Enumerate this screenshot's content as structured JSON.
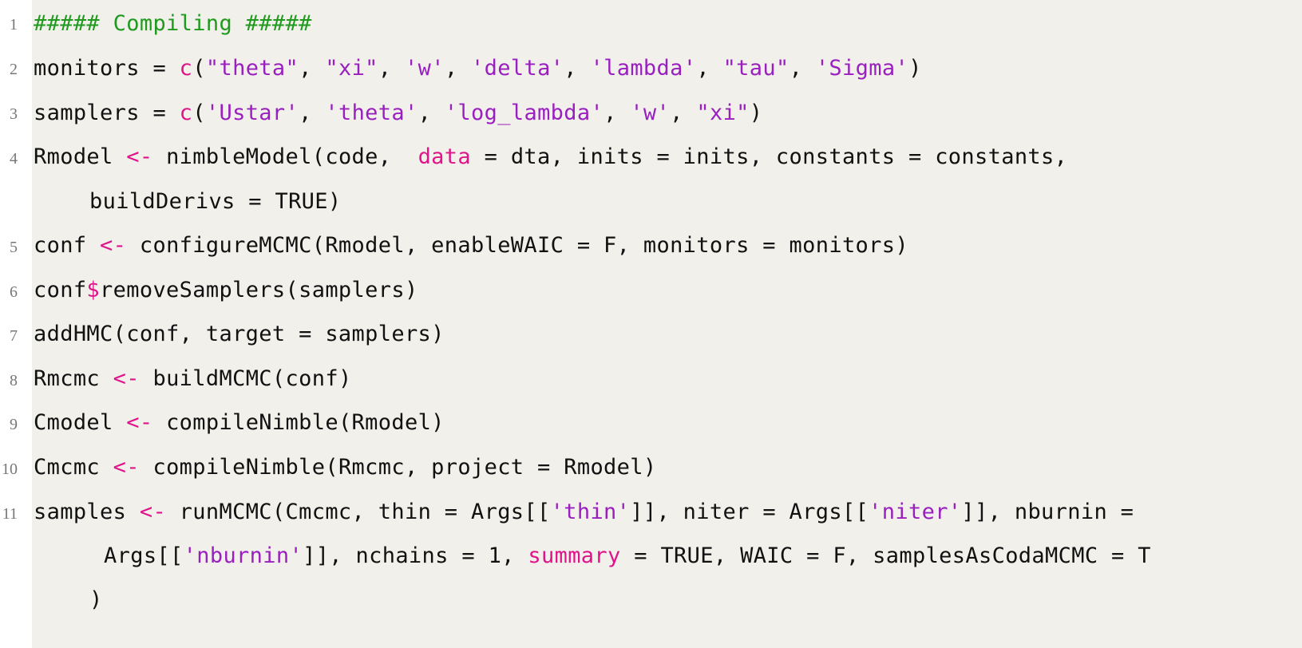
{
  "listing": {
    "lines": [
      {
        "num": "1",
        "comment": "##### Compiling #####"
      },
      {
        "num": "2",
        "a": "monitors = ",
        "kw": "c",
        "b": "(",
        "s1": "\"theta\"",
        "b2": ", ",
        "s2": "\"xi\"",
        "b3": ", ",
        "s3": "'w'",
        "b4": ", ",
        "s4": "'delta'",
        "b5": ", ",
        "s5": "'lambda'",
        "b6": ", ",
        "s6": "\"tau\"",
        "b7": ", ",
        "s7": "'Sigma'",
        "b8": ")"
      },
      {
        "num": "3",
        "a": "samplers = ",
        "kw": "c",
        "b": "(",
        "s1": "'Ustar'",
        "b2": ", ",
        "s2": "'theta'",
        "b3": ", ",
        "s3": "'log_lambda'",
        "b4": ", ",
        "s4": "'w'",
        "b5": ", ",
        "s5": "\"xi\"",
        "b6": ")"
      },
      {
        "num": "4",
        "a": "Rmodel ",
        "op": "<-",
        "b": " nimbleModel(code,  ",
        "kw": "data",
        "c": " = dta, inits = inits, constants = constants,",
        "cont": "buildDerivs = TRUE)"
      },
      {
        "num": "5",
        "a": "conf ",
        "op": "<-",
        "b": " configureMCMC(Rmodel, enableWAIC = F, monitors = monitors)"
      },
      {
        "num": "6",
        "a": "conf",
        "op": "$",
        "b": "removeSamplers(samplers)"
      },
      {
        "num": "7",
        "a": "addHMC(conf, target = samplers)"
      },
      {
        "num": "8",
        "a": "Rmcmc ",
        "op": "<-",
        "b": " buildMCMC(conf)"
      },
      {
        "num": "9",
        "a": "Cmodel ",
        "op": "<-",
        "b": " compileNimble(Rmodel)"
      },
      {
        "num": "10",
        "a": "Cmcmc ",
        "op": "<-",
        "b": " compileNimble(Rmcmc, project = Rmodel)"
      },
      {
        "num": "11",
        "a": "samples ",
        "op": "<-",
        "b": " runMCMC(Cmcmc, thin = Args[[",
        "s1": "'thin'",
        "c": "]], niter = Args[[",
        "s2": "'niter'",
        "d": "]], nburnin =",
        "cont_a": "Args[[",
        "cont_s": "'nburnin'",
        "cont_b": "]], nchains = 1, ",
        "cont_kw": "summary",
        "cont_c": " = TRUE, WAIC = F, samplesAsCodaMCMC = T",
        "cont2": ")"
      }
    ]
  }
}
